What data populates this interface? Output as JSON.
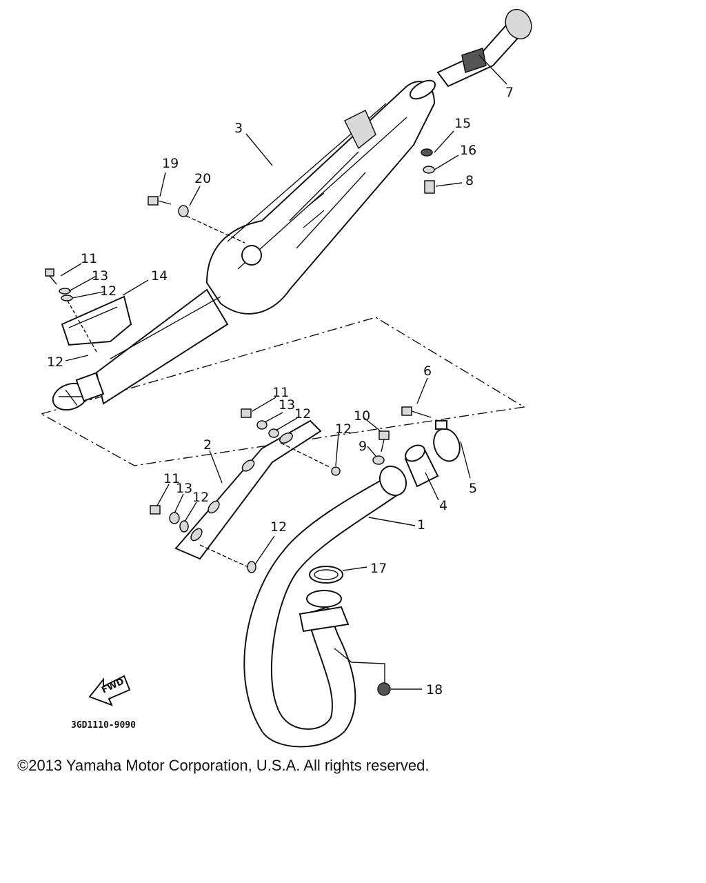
{
  "diagram": {
    "drawing_code": "3GD1110-9090",
    "fwd_label": "FWD",
    "callouts": [
      "1",
      "2",
      "3",
      "4",
      "5",
      "6",
      "7",
      "8",
      "9",
      "10",
      "11",
      "12",
      "13",
      "14",
      "15",
      "16",
      "17",
      "18",
      "19",
      "20"
    ]
  },
  "footer": {
    "copyright": "©2013 Yamaha Motor Corporation, U.S.A. All rights reserved."
  },
  "colors": {
    "ink": "#111111",
    "background": "#ffffff"
  }
}
